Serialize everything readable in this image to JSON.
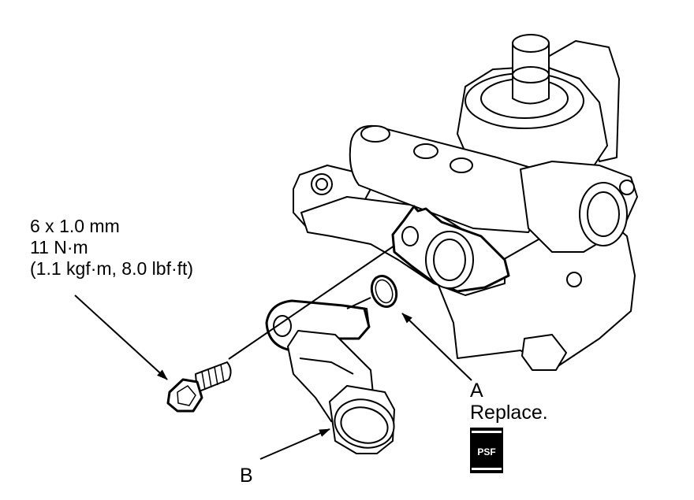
{
  "torque_spec": {
    "size": "6 x 1.0 mm",
    "torque_nm": "11 N·m",
    "torque_alt": "(1.1 kgf·m, 8.0 lbf·ft)"
  },
  "callout_a": {
    "letter": "A",
    "note": "Replace."
  },
  "callout_b": {
    "letter": "B"
  },
  "psf_icon": {
    "text": "PSF"
  }
}
